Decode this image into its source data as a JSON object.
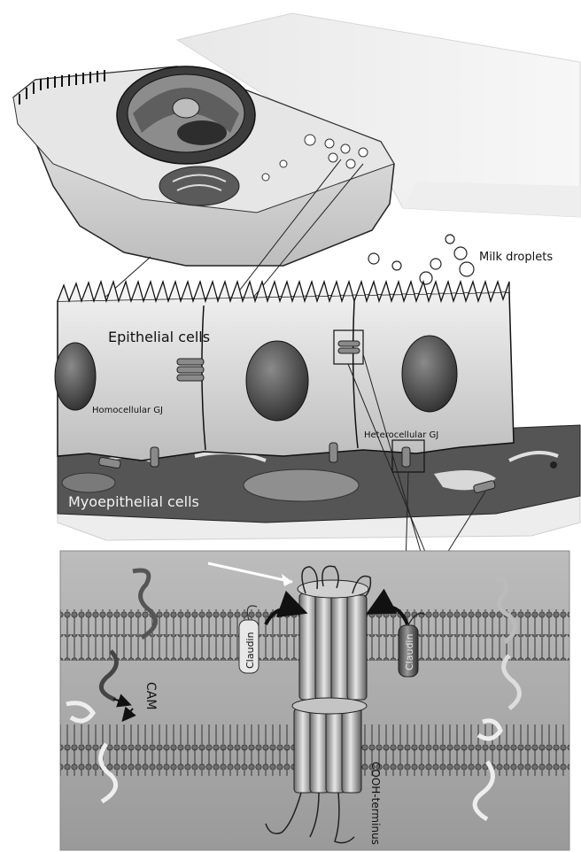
{
  "labels": {
    "milk_droplets": "Milk droplets",
    "epithelial_cells": "Epithelial cells",
    "homocellular_gj": "Homocellular GJ",
    "heterocellular_gj": "Heterocellular GJ",
    "myoepithelial_cells": "Myoepithelial cells",
    "claudin_left": "Claudin",
    "claudin_right": "Claudin",
    "cam": "CAM",
    "cooh_terminus": "COOH-terminus"
  },
  "colors": {
    "background": "#ffffff",
    "panel_gray": "#a8a8a8",
    "cell_light": "#e2e2e2",
    "cell_mid": "#c8c8c8",
    "nucleus_dark": "#444444",
    "myo_dark": "#5a5a5a",
    "membrane_head": "#777777",
    "line": "#222222"
  }
}
